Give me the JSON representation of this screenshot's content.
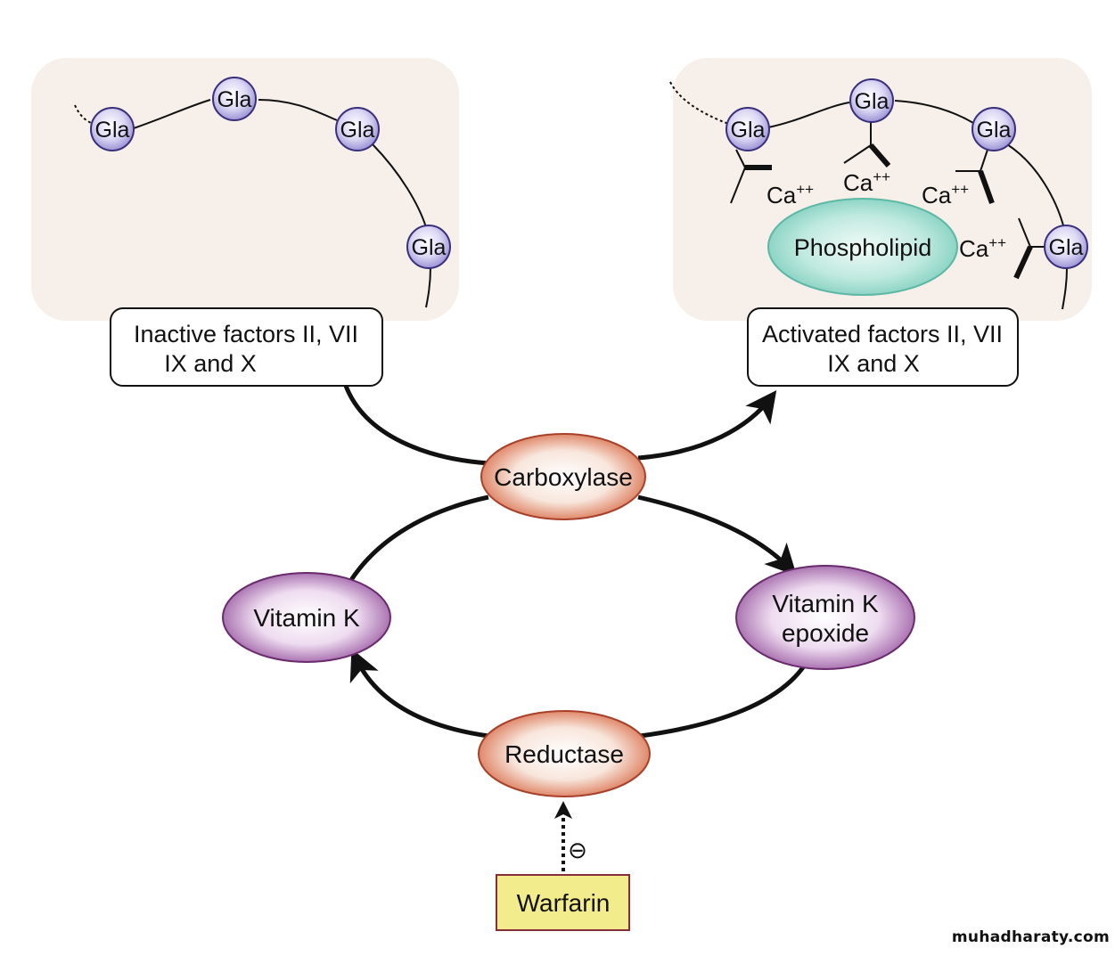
{
  "diagram": {
    "title": "Vitamin K cycle and gamma-carboxylation of clotting factors",
    "inactive_panel": {
      "gla_labels": [
        "Gla",
        "Gla",
        "Gla",
        "Gla"
      ],
      "box_line1": "Inactive factors II, VII",
      "box_line2": "IX and X"
    },
    "active_panel": {
      "gla_labels": [
        "Gla",
        "Gla",
        "Gla",
        "Gla"
      ],
      "calcium_label": "Ca",
      "calcium_charge": "++",
      "calcium_count": 4,
      "phospholipid": "Phospholipid",
      "box_line1": "Activated factors II, VII",
      "box_line2": "IX and X"
    },
    "cycle": {
      "carboxylase": "Carboxylase",
      "vitamin_k": "Vitamin K",
      "vitamin_k_epoxide_line1": "Vitamin K",
      "vitamin_k_epoxide_line2": "epoxide",
      "reductase": "Reductase"
    },
    "inhibitor": {
      "label": "Warfarin",
      "effect_symbol": "⊖"
    },
    "colors": {
      "gla_fill": "#c9c4ec",
      "gla_stroke": "#3a2f7a",
      "enzyme_fill": "#f6d7c8",
      "enzyme_stroke": "#a8402a",
      "vitamin_fill": "#ddc3e3",
      "vitamin_stroke": "#6a2a6e",
      "phospholipid_fill": "#b9e6dc",
      "warfarin_fill": "#f3ec8c",
      "warfarin_stroke": "#8a2d3a"
    }
  },
  "watermark": "muhadharaty.com"
}
